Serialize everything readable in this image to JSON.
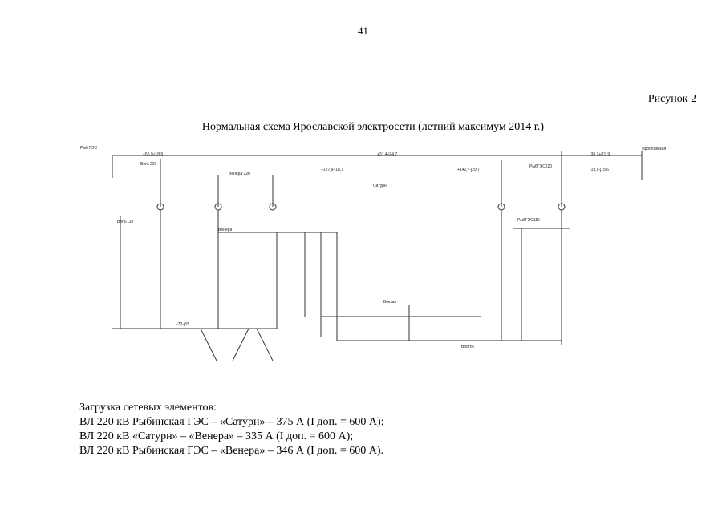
{
  "page_number": "41",
  "figure_label": "Рисунок 2",
  "figure_title": "Нормальная схема Ярославской электросети (летний максимум 2014 г.)",
  "scheme": {
    "substations": [
      "Вега 220",
      "Венера 220",
      "Сатурн",
      "РыбГЭС220",
      "Вега-110",
      "Венера",
      "Вокзал",
      "Восток",
      "РыбГЭС110"
    ],
    "flows": [
      "+56,9-j18,9",
      "+31,4-j24,7",
      "-30,2+j19,9",
      "+127,9-j18,7",
      "+142,7-j29,7",
      "-19,9-j15,6",
      "-72-j33"
    ]
  },
  "loading": {
    "heading": "Загрузка сетевых элементов:",
    "lines": [
      "ВЛ 220 кВ Рыбинская ГЭС – «Сатурн» – 375 А (I доп. = 600 А);",
      "ВЛ 220 кВ «Сатурн» – «Венера» – 335 А (I доп. = 600 А);",
      "ВЛ 220 кВ Рыбинская ГЭС – «Венера» – 346 А (I доп. = 600 А)."
    ]
  }
}
